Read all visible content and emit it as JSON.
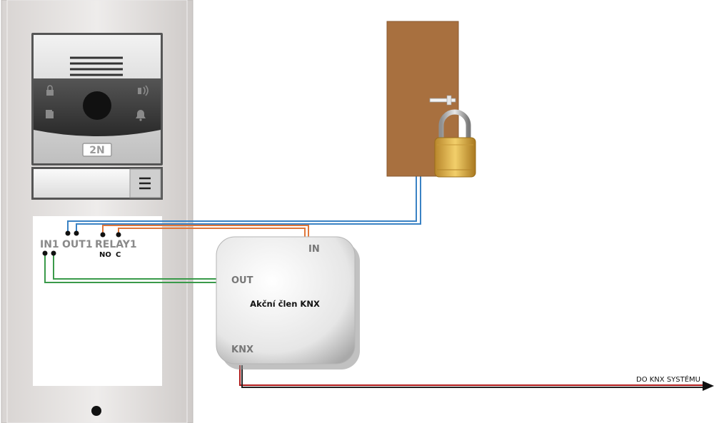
{
  "intercom": {
    "brand_logo_text": "2N",
    "terminals": {
      "in1_label": "IN1",
      "out1_label": "OUT1",
      "relay1_label": "RELAY1",
      "no_label": "NO",
      "c_label": "C"
    },
    "icons": [
      "lock-icon",
      "door-icon",
      "sound-wave-icon",
      "bell-icon",
      "menu-icon",
      "camera-icon"
    ]
  },
  "actuator": {
    "title": "Akční člen KNX",
    "in_label": "IN",
    "out_label": "OUT",
    "knx_label": "KNX"
  },
  "bus": {
    "label": "DO KNX SYSTÉMU"
  },
  "colors": {
    "blue_wire": "#3a82c4",
    "orange_wire": "#e0773a",
    "green_wire": "#3a9a4a",
    "red_wire": "#b01818",
    "door": "#a8703f",
    "padlock": "#d9a63a"
  }
}
